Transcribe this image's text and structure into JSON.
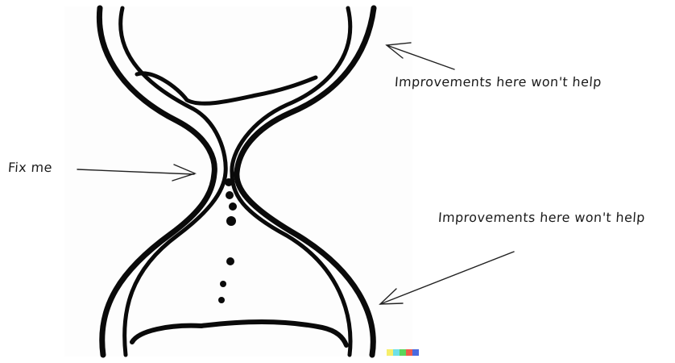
{
  "annotations": {
    "bottleneck": "Fix me",
    "top_bulb": "Improvements here won't help",
    "bottom_bulb": "Improvements here won't help"
  },
  "colors": {
    "ink": "#0a0a0a",
    "pen": "#222222",
    "panel": "#fdfdfd",
    "strip": [
      "#f6ee6a",
      "#6ee0e8",
      "#5bd65b",
      "#f05a4a",
      "#4a6ae0"
    ]
  }
}
